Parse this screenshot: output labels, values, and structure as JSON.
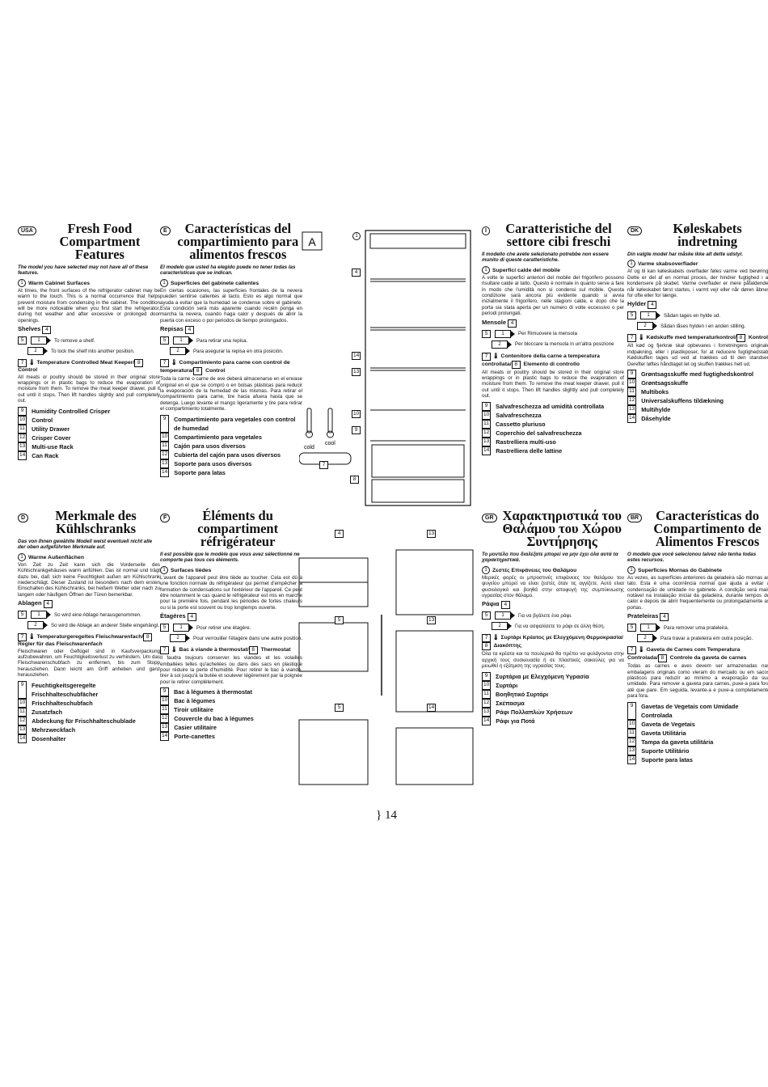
{
  "page_number": "14",
  "columns": [
    {
      "id": "usa",
      "badge": "USA",
      "title": "Fresh Food Compartment Features",
      "intro": "The model you have selected may not have all of these features.",
      "sub1_num": "1",
      "sub1_title": "Warm Cabinet Surfaces",
      "sub1_text": "At times, the front surfaces of the refrigerator cabinet may be warm to the touch. This is a normal occurrence that helps prevent moisture from condensing in the cabinet. The condition will be more noticeable when you first start the refrigerator, during hot weather and after excessive or prolonged door openings.",
      "shelves_label": "Shelves",
      "shelves_ref": "4",
      "step1_ref": "5",
      "step1_num": "1",
      "step1_text": "To remove a shelf.",
      "step2_num": "2",
      "step2_text": "To lock the shelf into another position.",
      "tc_ref": "7",
      "tc_title": "Temperature Controlled Meat Keeper/",
      "tc_ref2": "8",
      "tc_after": "Control",
      "tc_text": "All meats or poultry should be stored in their original store wrappings or in plastic bags to reduce the evaporation of moisture from them. To remove the meat keeper drawer, pull it out until it stops. Then lift handles slightly and pull completely out.",
      "items": [
        {
          "n": "9",
          "t": "Humidity Controlled Crisper"
        },
        {
          "n": "10",
          "t": "Control"
        },
        {
          "n": "11",
          "t": "Utility Drawer"
        },
        {
          "n": "12",
          "t": "Crisper Cover"
        },
        {
          "n": "13",
          "t": "Multi-use Rack"
        },
        {
          "n": "14",
          "t": "Can Rack"
        }
      ]
    },
    {
      "id": "e",
      "badge": "E",
      "title": "Características del compartimiento para alimentos frescos",
      "intro": "El modelo que usted ha elegido puede no tener todas las características que se indican.",
      "sub1_num": "1",
      "sub1_title": "Superficies del gabinete calientes",
      "sub1_text": "En ciertas ocasiones, las superficies frontales de la nevera pueden sentirse calientes al tacto. Esto es algo normal que ayuda a evitar que la humedad se condense sobre el gabinete. Esta condición será más aparente cuando recién ponga en marcha la nevera, cuando haga calor y después de abrir la puerta con exceso o por periodos de tiempo prolongados.",
      "shelves_label": "Repisas",
      "shelves_ref": "4",
      "step1_ref": "5",
      "step1_num": "1",
      "step1_text": "Para retirar una repisa.",
      "step2_num": "2",
      "step2_text": "Para asegurar la repisa en otra posición.",
      "tc_ref": "7",
      "tc_title": "Compartimiento para carne con control de temperatura/",
      "tc_ref2": "8",
      "tc_after": "Control",
      "tc_text": "Toda la carne o carne de ave deberá almacenarse en el envase original en el que se compró o en bolsas plásticas para reducir la evaporación de la humedad de las mismas. Para retirar el compartimiento para carne, tire hacia afuera hasta que se detenga. Luego levante el mango ligeramente y tire para retirar el compartimiento totalmente.",
      "items": [
        {
          "n": "9",
          "t": "Compartimiento para vegetales con control de humedad"
        },
        {
          "n": "10",
          "t": "Compartimiento para vegetales"
        },
        {
          "n": "11",
          "t": "Cajón para usos diversos"
        },
        {
          "n": "12",
          "t": "Cubierta del cajón para usos diversos"
        },
        {
          "n": "13",
          "t": "Soporte para usos diversos"
        },
        {
          "n": "14",
          "t": "Soporte para latas"
        }
      ]
    },
    {
      "id": "i",
      "badge": "I",
      "title": "Caratteristiche del settore cibi freschi",
      "intro": "Il modello che avete selezionato potrebbe non essere munito di queste caratteristiche.",
      "sub1_num": "1",
      "sub1_title": "Superfici calde del mobile",
      "sub1_text": "A volte le superfici anteriori del mobile del frigorifero possono risultare calde al tatto. Questo è normale in quanto serve a fare in modo che l'umidità non si condensi sul mobile. Questa condizione sarà ancora più evidente quando si avvia inizialmente il frigorifero, nelle stagioni calde, e dopo che la porta sia stata aperta per un numero di volte eccessivo o per periodi prolungati.",
      "shelves_label": "Mensole",
      "shelves_ref": "4",
      "step1_ref": "5",
      "step1_num": "1",
      "step1_text": "Per Rimuovere la mensola",
      "step2_num": "2",
      "step2_text": "Per bloccare la mensola in un'altra posizione",
      "tc_ref": "7",
      "tc_title": "Contenitore della carne a temperatura controllata/",
      "tc_ref2": "8",
      "tc_after": "Elemento di controllo",
      "tc_text": "All meats or poultry should be stored in their original store wrappings or in plastic bags to reduce the evaporation of moisture from them. To remove the meat keeper drawer, pull it out until it stops. Then lift handles slightly and pull completely out.",
      "items": [
        {
          "n": "9",
          "t": "Salvafreschezza ad umidità controllata"
        },
        {
          "n": "10",
          "t": "Salvafreschezza"
        },
        {
          "n": "11",
          "t": "Cassetto pluriuso"
        },
        {
          "n": "12",
          "t": "Coperchio del salvafreschezza"
        },
        {
          "n": "13",
          "t": "Rastrelliera multi-uso"
        },
        {
          "n": "14",
          "t": "Rastrelliera delle lattine"
        }
      ]
    },
    {
      "id": "dk",
      "badge": "DK",
      "title": "Køleskabets indretning",
      "intro": "Din valgte model har måske ikke alt dette udstyr.",
      "sub1_num": "1",
      "sub1_title": "Varme skabsoverflader",
      "sub1_text": "Af og til kan køleskabets overflader føles varme ved berøring. Dette er del af en normal proces, der hindrer fugtighed i at kondensere på skabet. Varme overflader er mere påfaldende, når køleskabet først startes, i varmt vejr eller når døren åbnes for ofte eller for længe.",
      "shelves_label": "Hylder",
      "shelves_ref": "4",
      "step1_ref": "5",
      "step1_num": "1",
      "step1_text": "Sådan tages en hylde ud.",
      "step2_num": "2",
      "step2_text": "Sådan låses hylden i en anden stilling.",
      "tc_ref": "7",
      "tc_title": "Kødskuffe med temperaturkontrol/",
      "tc_ref2": "8",
      "tc_after": "Kontrol",
      "tc_text": "Alt kød og fjerkræ skal opbevares i forretningens originale indpakning, eller i plastikposer, for at reducere fugtighedstab. Kødskuffen tages ud ved at trækkes ud til den standser. Derefter løftes håndtaget let og skuffen trækkes helt ud.",
      "items": [
        {
          "n": "9",
          "t": "Grøntsagsskuffe med fugtighedskontrol"
        },
        {
          "n": "10",
          "t": "Grøntsagsskuffe"
        },
        {
          "n": "11",
          "t": "Multiboks"
        },
        {
          "n": "12",
          "t": "Universalskuffens tildækning"
        },
        {
          "n": "13",
          "t": "Multihylde"
        },
        {
          "n": "14",
          "t": "Dåsehylde"
        }
      ]
    },
    {
      "id": "d",
      "badge": "D",
      "title": "Merkmale des Kühlschranks",
      "intro": "Das von Ihnen gewählte Modell weist eventuell nicht alle der oben aufgeführten Merkmale auf.",
      "sub1_num": "1",
      "sub1_title": "Warme Außenflächen",
      "sub1_text": "Von Zeit zu Zeit kann sich die Vorderseite des Kühlschrankgehäuses warm anfühlen. Das ist normal und trägt dazu bei, daß sich keine Feuchtigkeit außen am Kühlschrank niederschlägt. Dieser Zustand ist besonders nach dem ersten Einschalten des Kühlschranks, bei heißem Wetter oder nach zu langem oder häufigem Öffnen der Türen bemerkbar.",
      "shelves_label": "Ablagen",
      "shelves_ref": "4",
      "step1_ref": "5",
      "step1_num": "1",
      "step1_text": "So wird eine Ablage herausgenommen.",
      "step2_num": "2",
      "step2_text": "So wird die Ablage an anderer Stelle eingehängt.",
      "tc_ref": "7",
      "tc_title": "Temperaturgeregeltes Fleischwarenfach/",
      "tc_ref2": "8",
      "tc_after": "Regler für das Fleischwarenfach",
      "tc_text": "Fleischwaren oder Geflügel sind in Kaufsverpackung aufzubewahren, um Feuchtigkeitsverlust zu verhindern. Um das Fleischwarenschubfach zu entfernen, bis zum Stopp herausziehen. Dann leicht am Griff anheben und ganz herausziehen.",
      "items": [
        {
          "n": "9",
          "t": "Feuchtigkeitsgeregelte Frischhalteschubfächer"
        },
        {
          "n": "10",
          "t": "Frischhalteschubfach"
        },
        {
          "n": "11",
          "t": "Zusatzfach"
        },
        {
          "n": "12",
          "t": "Abdeckung für Frischhalteschublade"
        },
        {
          "n": "13",
          "t": "Mehrzweckfach"
        },
        {
          "n": "14",
          "t": "Dosenhalter"
        }
      ]
    },
    {
      "id": "f",
      "badge": "F",
      "title": "Éléments du compartiment réfrigérateur",
      "intro": "Il est possible que le modèle que vous avez sélectionné ne comporte pas tous ces éléments.",
      "sub1_num": "1",
      "sub1_title": "Surfaces tièdes",
      "sub1_text": "L'avant de l'appareil peut être tiède au toucher. Cela est dû à une fonction normale du réfrigérateur qui permet d'empêcher la formation de condensations sur l'extérieur de l'appareil. Ce peut être notamment le cas quand le réfrigérateur est mis en marche pour la première fois, pendant les périodes de fortes chaleurs ou si la porte est souvent ou trop longtemps ouverte.",
      "shelves_label": "Étagères",
      "shelves_ref": "4",
      "step1_ref": "5",
      "step1_num": "1",
      "step1_text": "Pour retirer une étagère.",
      "step2_num": "2",
      "step2_text": "Pour verrouiller l'étagère dans une autre position.",
      "tc_ref": "7",
      "tc_title": "Bac à viande à thermostat/",
      "tc_ref2": "8",
      "tc_after": "Thermostat",
      "tc_text": "Il faudra toujours conserver les viandes et les volailles emballées telles qu'achetées ou dans des sacs en plastique pour réduire la perte d'humidité. Pour retirer le bac à viande, tirer à soi jusqu'à la butée et soulever légèrement par la poignée pour le retirer complètement.",
      "items": [
        {
          "n": "9",
          "t": "Bac à légumes à thermostat"
        },
        {
          "n": "10",
          "t": "Bac à légumes"
        },
        {
          "n": "11",
          "t": "Tiroir utilitaire"
        },
        {
          "n": "12",
          "t": "Couvercle du bac à légumes"
        },
        {
          "n": "13",
          "t": "Casier utilitaire"
        },
        {
          "n": "14",
          "t": "Porte-canettes"
        }
      ]
    },
    {
      "id": "gr",
      "badge": "GR",
      "title": "Χαρακτηριστικά του Θαλάμου του Χώρου Συντήρησης",
      "intro": "Το μοντέλο που διαλέξατε μπορεί να μην έχει όλα αυτά τα χαρακτηριστικά.",
      "sub1_num": "1",
      "sub1_title": "Ζεστές Επιφάνειες του Θαλάμου",
      "sub1_text": "Μερικές φορές οι μπροστινές επιφάνειες του θαλάμου του ψυγείου μπορεί να είναι ζεστές όταν τις αγγίζετε. Αυτό είναι φυσιολογικό και βοηθά στην αποφυγή της συμπύκνωσης υγρασίας στον θάλαμο.",
      "shelves_label": "Ράφια",
      "shelves_ref": "4",
      "step1_ref": "5",
      "step1_num": "1",
      "step1_text": "Για να βγάλετε ένα ράφι.",
      "step2_num": "2",
      "step2_text": "Για να ασφαλίσετε το ράφι σε άλλη θέση.",
      "tc_ref": "7",
      "tc_title": "Συρτάρι Κρέατος με Ελεγχόμενη Θερμοκρασία/",
      "tc_ref2": "8",
      "tc_after": "Διακόπτης",
      "tc_text": "Όλα τα κρέατα και τα πουλερικά θα πρέπει να φυλάγονται στην αρχική τους συσκευασία ή σε πλαστικές σακούλες για να μειωθεί η εξάτμιση της υγρασίας τους.",
      "items": [
        {
          "n": "9",
          "t": "Συρτάρια με Ελεγχόμενη Υγρασία"
        },
        {
          "n": "10",
          "t": "Συρτάρι"
        },
        {
          "n": "11",
          "t": "Βοηθητικό Συρτάρι"
        },
        {
          "n": "12",
          "t": "Σκέπασμα"
        },
        {
          "n": "13",
          "t": "Ράφι Πολλαπλών Χρήσεων"
        },
        {
          "n": "14",
          "t": "Ράφι για Ποτά"
        }
      ]
    },
    {
      "id": "br",
      "badge": "BR",
      "title": "Características do Compartimento de Alimentos Frescos",
      "intro": "O modelo que você selecionou talvez não tenha todas estes recursos.",
      "sub1_num": "1",
      "sub1_title": "Superfícies Mornas do Gabinete",
      "sub1_text": "As vezes, as superfícies anteriores da geladeira são mornas ao tato. Esta é uma ocorrência normal que ajuda a evitar a condensação de umidade no gabinete. A condição será mais notável na instalação inicial da geladeira, durante tempos de calor e depois de abrir frequentemente ou prolongadamente as portas.",
      "shelves_label": "Prateleiras",
      "shelves_ref": "4",
      "step1_ref": "5",
      "step1_num": "1",
      "step1_text": "Para remover uma prateleira.",
      "step2_num": "2",
      "step2_text": "Para travar a prateleira em outra posição.",
      "tc_ref": "7",
      "tc_title": "Gaveta de Carnes com Temperatura Controlada/",
      "tc_ref2": "8",
      "tc_after": "Controle da gaveta de carnes",
      "tc_text": "Todas as carnes e aves devem ser armazenadas nas embalagens originais como vieram do mercado ou em sacos plásticos para reduzir ao mínimo a evaporação da sua umidade. Para remover a gaveta para carnes, puxe-a para fora até que pare. Em seguida, levante-a e puxe-a completamente para fora.",
      "items": [
        {
          "n": "9",
          "t": "Gavetas de Vegetais com Umidade Controlada"
        },
        {
          "n": "10",
          "t": "Gaveta de Vegetais"
        },
        {
          "n": "11",
          "t": "Gaveta Utilitária"
        },
        {
          "n": "12",
          "t": "Tampa da gaveta utilitária"
        },
        {
          "n": "13",
          "t": "Suporte Utilitário"
        },
        {
          "n": "14",
          "t": "Suporte para latas"
        }
      ]
    }
  ],
  "figure_a": {
    "label": "A",
    "cold": "cold",
    "cool": "cool",
    "callouts": [
      "1",
      "4",
      "14",
      "13",
      "10",
      "9",
      "7",
      "8"
    ]
  },
  "figure_b": {
    "callouts": [
      "4",
      "13",
      "5",
      "13",
      "5",
      "14"
    ]
  }
}
